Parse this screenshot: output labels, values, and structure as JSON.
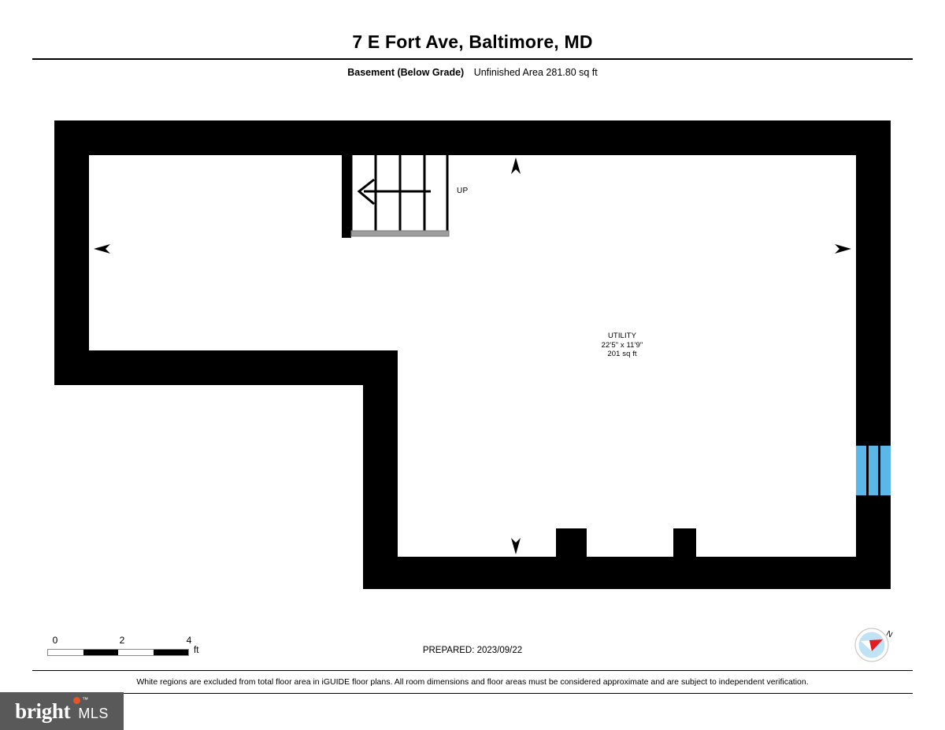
{
  "header": {
    "title": "7 E Fort Ave, Baltimore, MD",
    "level_label": "Basement (Below Grade)",
    "area_label": "Unfinished Area 281.80 sq ft"
  },
  "plan": {
    "rooms": [
      {
        "name": "UTILITY",
        "dimensions": "22'5\" x 11'9\"",
        "area": "201 sq ft"
      }
    ],
    "stairs": {
      "direction_label": "UP"
    },
    "colors": {
      "wall": "#000000",
      "window": "#5BB7E8",
      "stair_edge": "#9E9E9E",
      "floor": "#FFFFFF"
    }
  },
  "scale": {
    "ticks": [
      "0",
      "2",
      "4"
    ],
    "units": "ft"
  },
  "prepared": {
    "text": "PREPARED: 2023/09/22"
  },
  "compass": {
    "north_label": "N",
    "circle_color": "#BFE2F5",
    "needle_color": "#E31B23"
  },
  "footer": {
    "disclaimer": "White regions are excluded from total floor area in iGUIDE floor plans. All room dimensions and floor areas must be considered approximate and are subject to independent verification."
  },
  "logo": {
    "word": "bright",
    "suffix": "MLS",
    "trademark": "™",
    "dot_color": "#E8532B",
    "background": "#595959"
  }
}
